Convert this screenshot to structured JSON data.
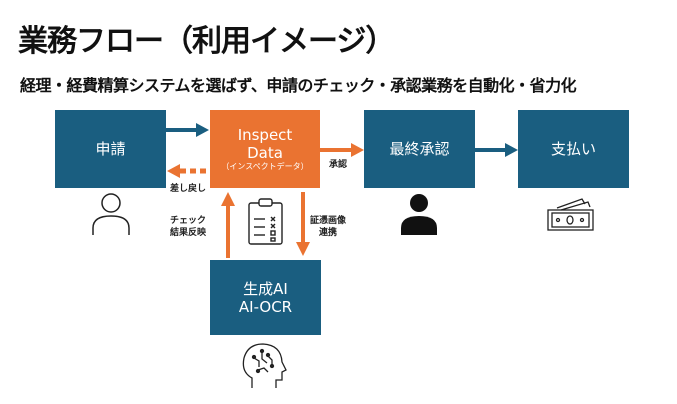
{
  "title": "業務フロー（利用イメージ）",
  "subtitle": "経理・経費精算システムを選ばず、申請のチェック・承認業務を自動化・省力化",
  "colors": {
    "blue": "#1a5e80",
    "orange": "#ea7331"
  },
  "nodes": {
    "apply": {
      "label": "申請",
      "icon": "person-outline-icon"
    },
    "inspect": {
      "line1": "Inspect",
      "line2": "Data",
      "sub": "（インスペクトデータ）"
    },
    "final_approval": {
      "label": "最終承認",
      "icon": "person-filled-icon"
    },
    "payment": {
      "label": "支払い",
      "icon": "money-icon"
    },
    "ai": {
      "line1": "生成AI",
      "line2": "AI-OCR",
      "icon": "ai-head-icon"
    }
  },
  "edges": {
    "return": "差し戻し",
    "approve": "承認",
    "check_result": [
      "チェック",
      "結果反映"
    ],
    "image_link": [
      "証憑画像",
      "連携"
    ]
  },
  "checklist_icon": "clipboard-checklist-icon"
}
